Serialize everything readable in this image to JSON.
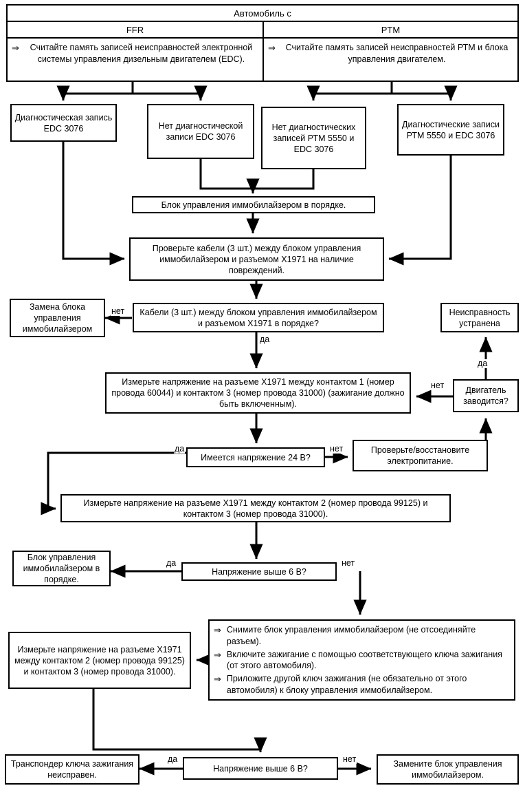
{
  "diagram": {
    "title_row": {
      "label": "Автомобиль с"
    },
    "columns": [
      {
        "label": "FFR",
        "arrow_glyph": "⇒",
        "step": "Считайте память записей неисправностей электронной системы управления дизельным двигателем (EDC)."
      },
      {
        "label": "PTM",
        "arrow_glyph": "⇒",
        "step": "Считайте память записей неисправностей РТМ и блока управления двигателем."
      }
    ],
    "nodes": {
      "edc_record": "Диагностическая запись EDC 3076",
      "no_edc_record": "Нет диагностической записи EDC 3076",
      "no_ptm_records": "Нет диагностических записей РТМ 5550 и EDC 3076",
      "ptm_records": "Диагностические записи РТМ 5550 и EDC 3076",
      "immo_ok_1": "Блок управления иммобилайзером в порядке.",
      "check_cables": "Проверьте кабели (3 шт.) между блоком управления иммобилайзером и разъемом X1971 на наличие повреждений.",
      "cables_ok_q": "Кабели (3 шт.) между блоком управления иммобилайзером и разъемом X1971 в порядке?",
      "replace_immo_1": "Замена блока управления иммобилайзером",
      "fault_fixed": "Неисправность устранена",
      "engine_starts_q": "Двигатель заводится?",
      "measure_pin1": "Измерьте напряжение на разъеме X1971 между контактом 1 (номер провода 60044) и контактом 3 (номер провода 31000) (зажигание должно быть включенным).",
      "volt24_q": "Имеется напряжение 24 В?",
      "check_power": "Проверьте/восстановите электропитание.",
      "measure_pin2": "Измерьте напряжение на разъеме X1971 между контактом 2 (номер провода 99125) и контактом 3 (номер провода 31000).",
      "volt6_q_1": "Напряжение выше 6 В?",
      "immo_ok_2": "Блок управления иммобилайзером в порядке.",
      "measure_pin2_b": "Измерьте напряжение на разъеме X1971 между контактом 2 (номер провода 99125) и контактом 3 (номер провода 31000).",
      "volt6_q_2": "Напряжение выше 6 В?",
      "transponder_bad": "Транспондер ключа зажигания неисправен.",
      "replace_immo_2": "Замените блок управления иммобилайзером."
    },
    "instruction_block": {
      "arrow_glyph": "⇒",
      "items": [
        "Снимите блок управления иммобилайзером (не отсоединяйте разъем).",
        "Включите зажигание с помощью соответствующего ключа зажигания (от этого автомобиля).",
        "Приложите другой ключ зажигания (не обязательно от этого автомобиля) к блоку управления иммобилайзером."
      ]
    },
    "edge_labels": {
      "cables_no": "нет",
      "cables_yes": "да",
      "engine_yes": "да",
      "engine_no": "нет",
      "volt24_yes": "да",
      "volt24_no": "нет",
      "volt6a_yes": "да",
      "volt6a_no": "нет",
      "volt6b_yes": "да",
      "volt6b_no": "нет"
    },
    "colors": {
      "line": "#000000",
      "background": "#ffffff",
      "text": "#000000"
    }
  }
}
